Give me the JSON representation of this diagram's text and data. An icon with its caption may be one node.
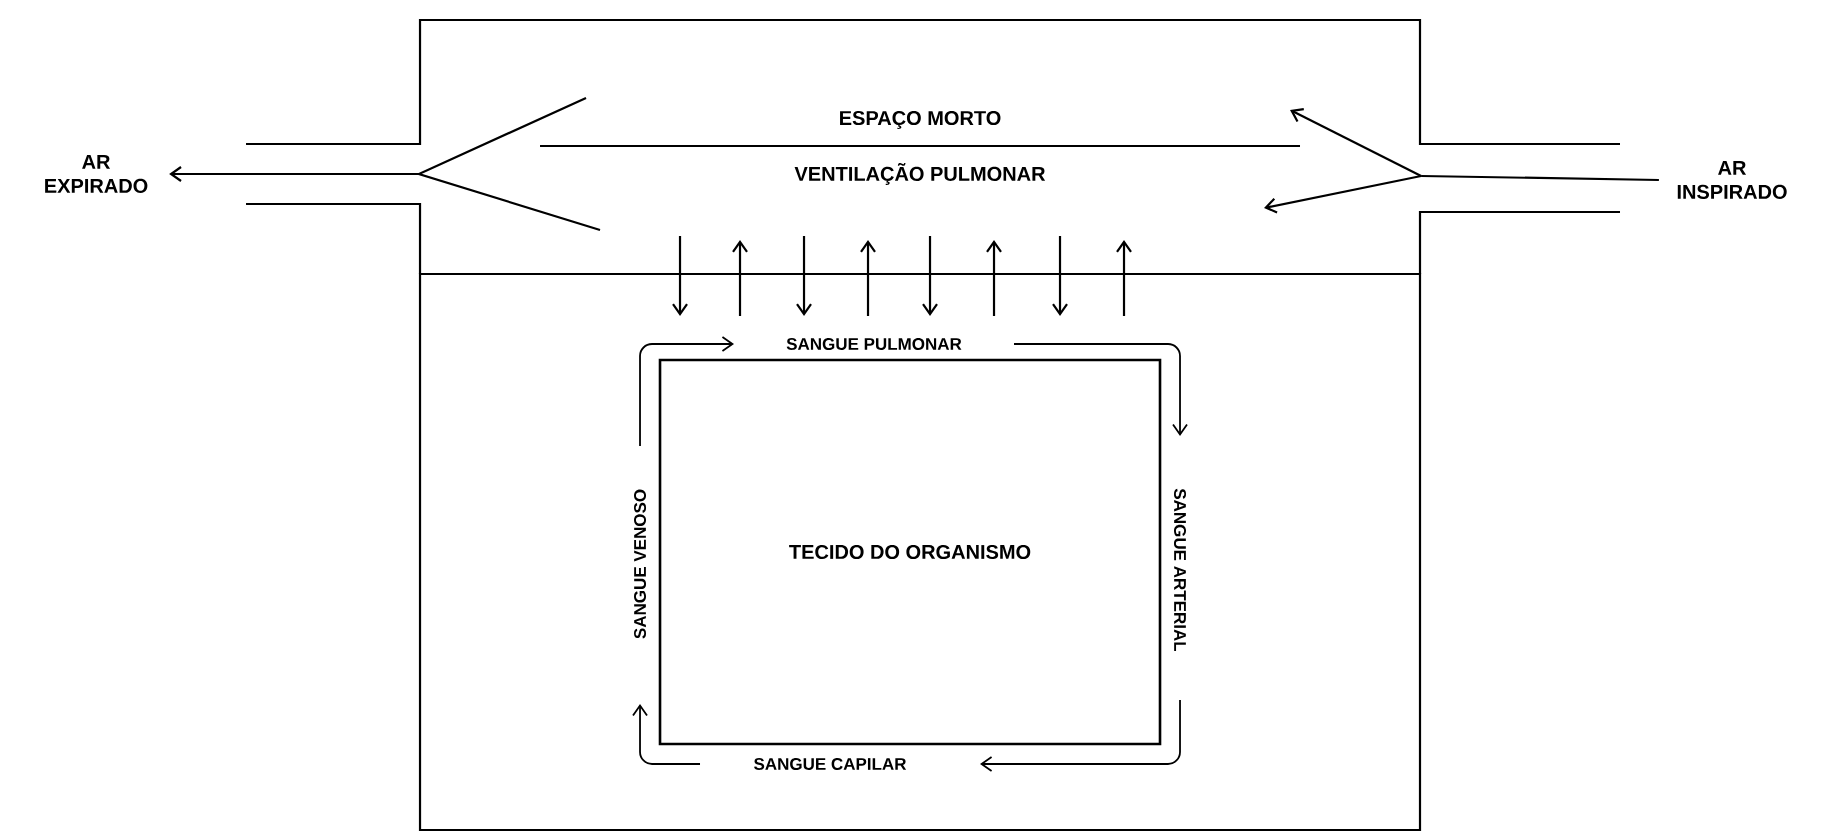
{
  "diagram": {
    "nodes": [
      {
        "text": [
          "ESPAÇO MORTO",
          "VENTILAÇÃO PULMONAR"
        ]
      },
      {
        "text": [],
        "shape": "box"
      },
      {
        "text": [
          "TECIDO DO ORGANISMO"
        ],
        "in": 1
      },
      {
        "text": [
          "AR EXPIRADO"
        ]
      },
      {
        "text": [
          "AR INSPIRADO"
        ]
      }
    ],
    "edges": [
      {
        "from": 0,
        "to": 3,
        "arrow": "to"
      },
      {
        "from": 4,
        "to": 0,
        "arrow": "to"
      }
    ],
    "labels": [
      "SANGUE PULMONAR",
      "SANGUE ARTERIAL",
      "SANGUE CAPILAR",
      "SANGUE VENOSO"
    ]
  }
}
